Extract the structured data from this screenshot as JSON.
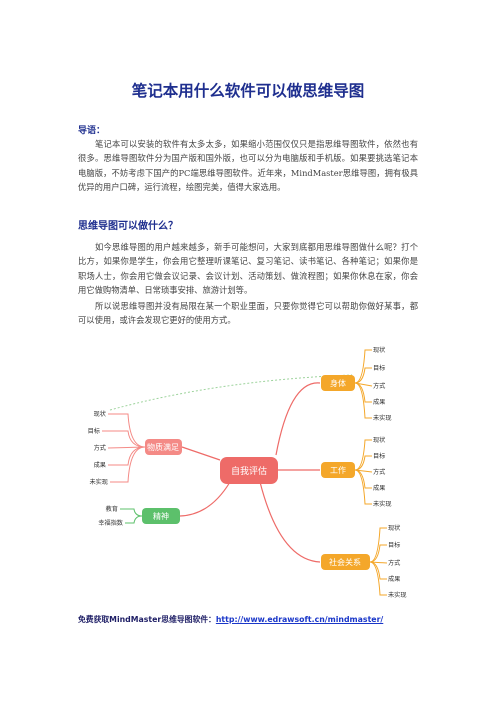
{
  "document": {
    "title": "笔记本用什么软件可以做思维导图",
    "lead_label": "导语：",
    "paragraph1": "笔记本可以安装的软件有太多太多，如果缩小范围仅仅只是指思维导图软件，依然也有很多。思维导图软件分为国产版和国外版，也可以分为电脑版和手机版。如果要挑选笔记本电脑版，不妨考虑下国产的PC端思维导图软件。近年来，MindMaster思维导图，拥有极具优异的用户口碑，运行流程，绘图完美，值得大家选用。",
    "heading2": "思维导图可以做什么？",
    "paragraph2": "如今思维导图的用户越来越多，新手可能想问，大家到底都用思维导图做什么呢？打个比方，如果你是学生，你会用它整理听课笔记、复习笔记、读书笔记、各种笔记；如果你是职场人士，你会用它做会议记录、会议计划、活动策划、做流程图；如果你休息在家，你会用它做购物清单、日常琐事安排、旅游计划等。",
    "paragraph3": "所以说思维导图并没有局限在某一个职业里面，只要你觉得它可以帮助你做好某事，都可以使用，或许会发现它更好的使用方式。",
    "footer_label": "免费获取MindMaster思维导图软件：",
    "footer_link": "http://www.edrawsoft.cn/mindmaster/"
  },
  "mindmap": {
    "center": "自我评估",
    "branches": [
      {
        "label": "身体",
        "leaves": [
          "现状",
          "目标",
          "方式",
          "成果",
          "未实现"
        ],
        "color": "#f4a72a"
      },
      {
        "label": "工作",
        "leaves": [
          "现状",
          "目标",
          "方式",
          "成果",
          "未实现"
        ],
        "color": "#f4a72a"
      },
      {
        "label": "社会关系",
        "leaves": [
          "现状",
          "目标",
          "方式",
          "成果",
          "未实现"
        ],
        "color": "#f4a72a"
      },
      {
        "label": "物质满足",
        "leaves": [
          "现状",
          "目标",
          "方式",
          "成果",
          "未实现"
        ],
        "color": "#f48a86"
      },
      {
        "label": "精神",
        "leaves": [
          "教育",
          "幸福指数"
        ],
        "color": "#5cc06b"
      }
    ],
    "center_color": "#ee6b68",
    "line_color": "#ee6b68"
  }
}
